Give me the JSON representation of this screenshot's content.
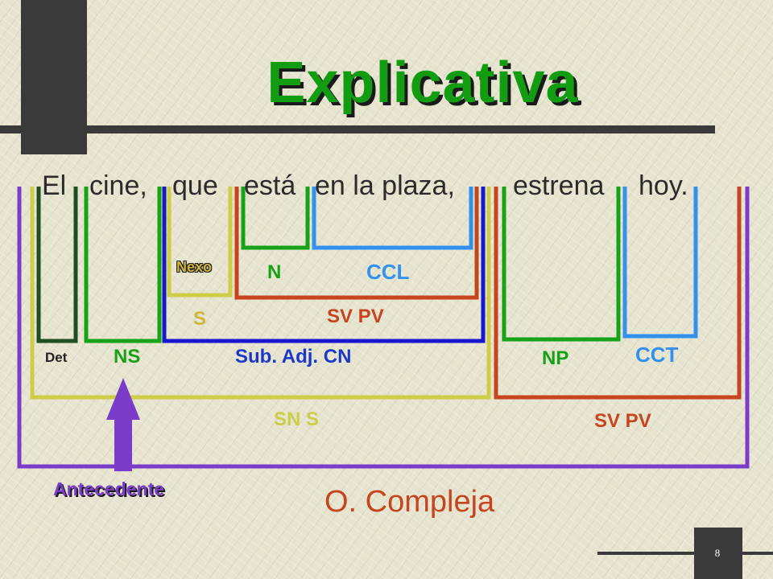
{
  "slide": {
    "title": "Explicativa",
    "page_number": "8"
  },
  "sentence_words": [
    "El",
    "cine,",
    "que",
    "está",
    "en la plaza,",
    "estrena",
    "hoy."
  ],
  "labels": {
    "det": "Det",
    "ns": "NS",
    "nexo": "Nexo",
    "s": "S",
    "n": "N",
    "ccl": "CCL",
    "sv_pv_sub": "SV PV",
    "sub_adj_cn": "Sub. Adj. CN",
    "np": "NP",
    "cct": "CCT",
    "sn_s": "SN S",
    "sv_pv_main": "SV PV",
    "antecedente": "Antecedente",
    "oracion": "O. Compleja"
  },
  "colors": {
    "title": "#119c11",
    "dark_green": "#1f4d24",
    "green": "#17a317",
    "yellow": "#cdcd48",
    "red": "#c6451f",
    "blue_light": "#3391ee",
    "blue_dark": "#1717cc",
    "purple": "#7a3cc9",
    "label_blue": "#1b38c9",
    "label_red": "#c6451f",
    "label_yellow": "#d0b63a",
    "label_green": "#16a116"
  }
}
